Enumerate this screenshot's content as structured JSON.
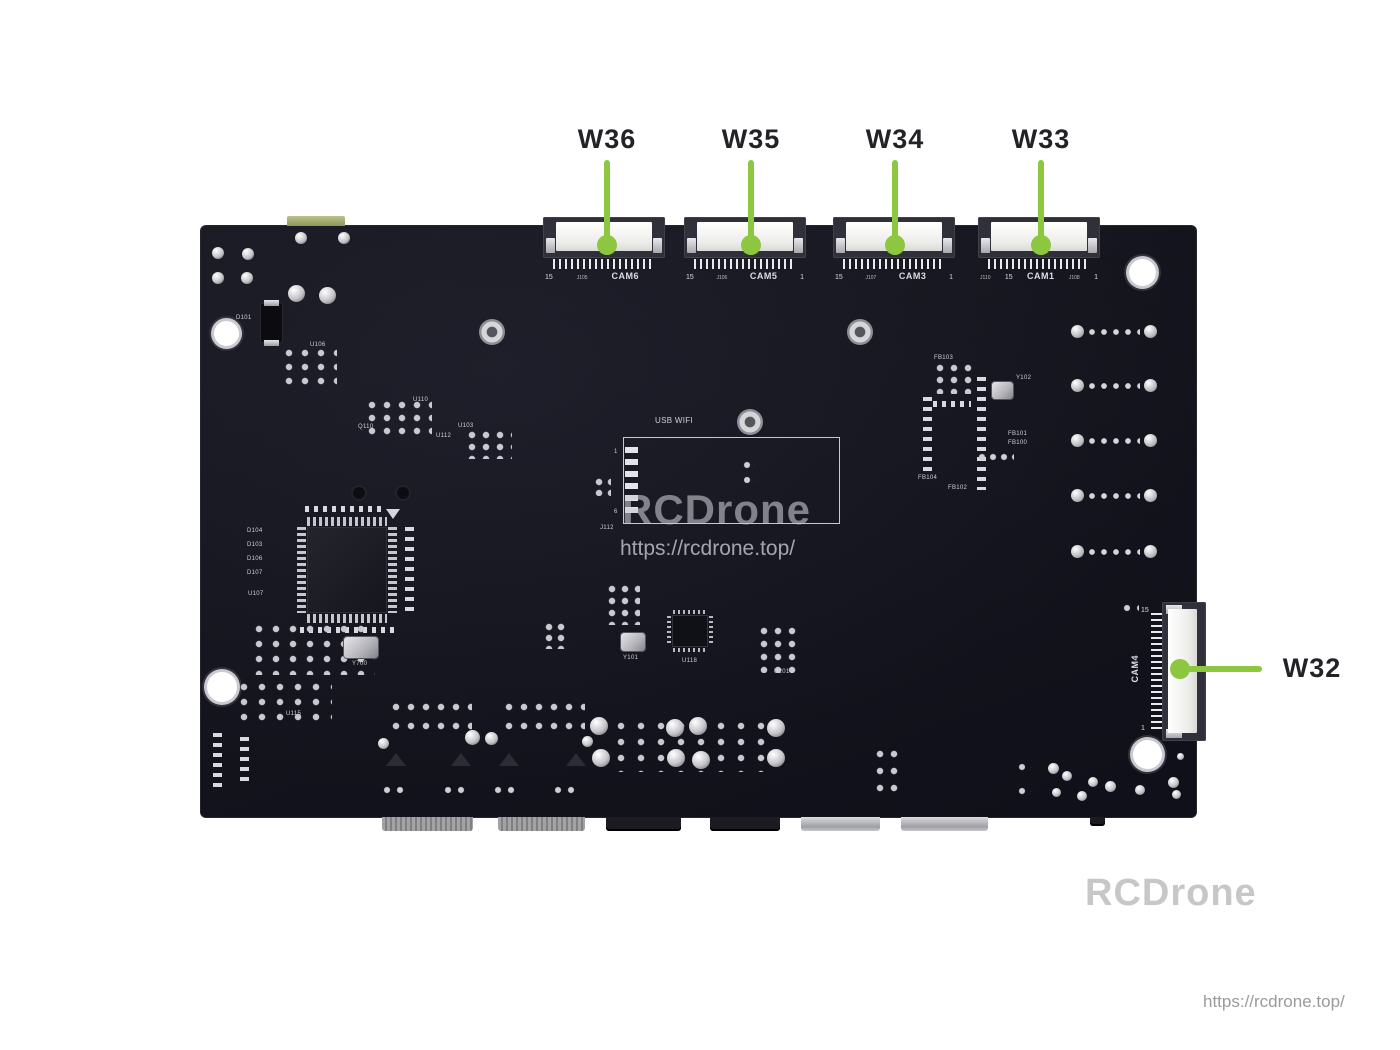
{
  "colors": {
    "accent": "#8dc63f",
    "board": "#14141c",
    "background": "#ffffff"
  },
  "callouts": {
    "top": [
      {
        "label": "W36",
        "connector": "CAM6"
      },
      {
        "label": "W35",
        "connector": "CAM5"
      },
      {
        "label": "W34",
        "connector": "CAM3"
      },
      {
        "label": "W33",
        "connector": "CAM1"
      }
    ],
    "right": {
      "label": "W32",
      "connector": "CAM4"
    }
  },
  "connectors": {
    "cam6": {
      "pin_start": "15",
      "ref": "J105",
      "name": "CAM6",
      "pin_end": ""
    },
    "cam5": {
      "pin_start": "15",
      "ref": "J106",
      "name": "CAM5",
      "pin_end": "1"
    },
    "cam3": {
      "pin_start": "15",
      "ref": "J107",
      "name": "CAM3",
      "pin_end": "1"
    },
    "cam1": {
      "prefix": "J110",
      "pin_start": "15",
      "name": "CAM1",
      "ref": "J108",
      "pin_end": "1"
    },
    "cam4": {
      "pin_start": "15",
      "name": "CAM4",
      "pin_end": "1"
    }
  },
  "silkscreen": {
    "module_label": "USB WIFI",
    "module_pin_first": "1",
    "module_pin_last": "6",
    "refs": {
      "d101": "D101",
      "u106": "U106",
      "u110": "U110",
      "q110": "Q110",
      "u112": "U112",
      "u103": "U103",
      "j112": "J112",
      "fb103": "FB103",
      "y102": "Y102",
      "fb101": "FB101",
      "fb100": "FB100",
      "fb104": "FB104",
      "fb102": "FB102",
      "y700": "Y700",
      "u107": "U107",
      "u115": "U115",
      "u118": "U118",
      "y101": "Y101",
      "u201": "U201",
      "d104": "D104",
      "d103": "D103",
      "d106": "D106",
      "d107": "D107"
    }
  },
  "watermark_center": {
    "brand": "RCDrone",
    "url": "https://rcdrone.top/"
  },
  "watermark_corner": {
    "brand": "RCDrone"
  },
  "footer": {
    "url": "https://rcdrone.top/"
  }
}
